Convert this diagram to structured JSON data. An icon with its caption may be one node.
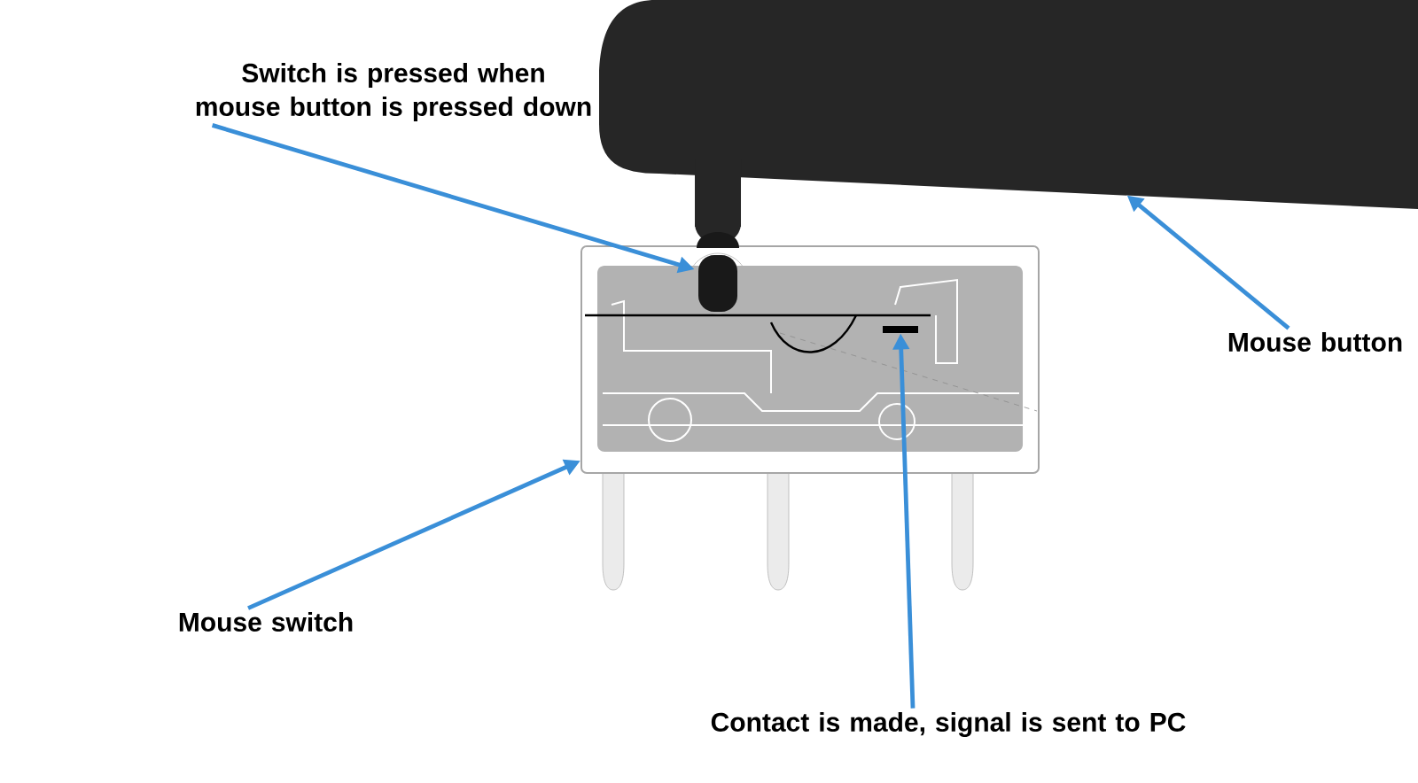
{
  "diagram": {
    "nodes": [
      {
        "text": [
          "Switch is pressed when mouse button is pressed down"
        ]
      },
      {
        "text": [],
        "shape": "picture"
      },
      {
        "text": [],
        "shape": "picture",
        "in": 4
      },
      {
        "text": [
          "Mouse button"
        ]
      },
      {
        "text": [],
        "shape": "picture"
      },
      {
        "text": [
          "Mouse switch"
        ]
      },
      {
        "text": [],
        "shape": "bar",
        "in": 4
      },
      {
        "text": [
          "Contact is made, signal is sent to PC"
        ]
      }
    ],
    "edges": [
      {
        "from": 0,
        "to": 2,
        "arrow": "to"
      },
      {
        "from": 3,
        "to": 1,
        "arrow": "to"
      },
      {
        "from": 5,
        "to": 4,
        "arrow": "to"
      },
      {
        "from": 7,
        "to": 6,
        "arrow": "to"
      }
    ]
  }
}
